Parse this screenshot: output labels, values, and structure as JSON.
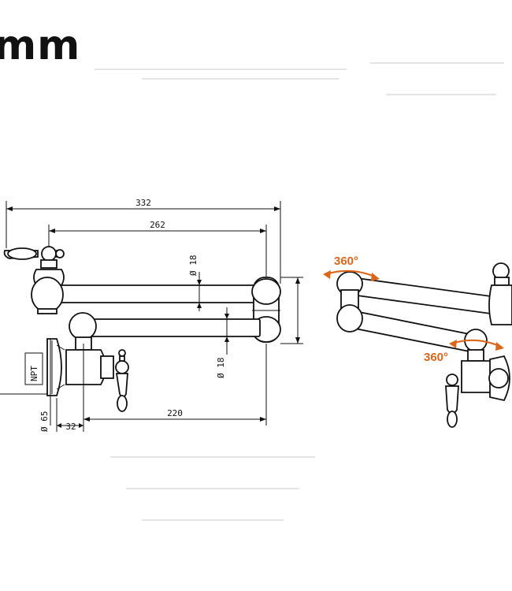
{
  "unit_label": "mm",
  "dimensions": {
    "overall_length": "332",
    "spout_reach": "262",
    "lower_reach": "220",
    "pipe_dia_upper": "Ø 18",
    "pipe_dia_lower": "Ø 18",
    "flange_dia": "Ø 65",
    "flange_offset": "32",
    "thread_label": "NPT"
  },
  "rotation": {
    "upper_label": "360°",
    "lower_label": "360°",
    "arrow_color": "#d9661a"
  }
}
